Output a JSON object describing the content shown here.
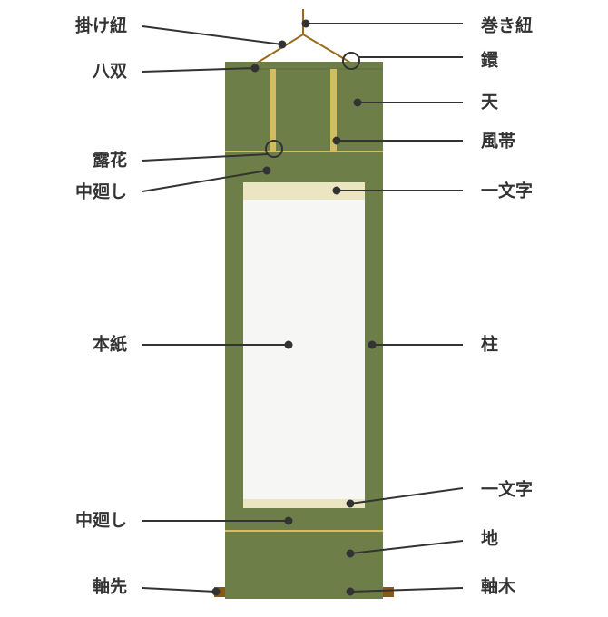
{
  "colors": {
    "mount": "#6e7e48",
    "fuutai": "#d3bd63",
    "cord": "#9a6a1e",
    "ichimonji": "#ece5c2",
    "honshi": "#f6f6f4",
    "line": "#333333",
    "jiku_end": "#8a5a14"
  },
  "labels": {
    "kakehimo": "掛け紐",
    "hassou": "八双",
    "roka": "露花",
    "nakamawashi_top": "中廻し",
    "honshi": "本紙",
    "nakamawashi_bottom": "中廻し",
    "jikusaki": "軸先",
    "makihimo": "巻き紐",
    "kan": "鐶",
    "ten": "天",
    "fuutai": "風帯",
    "ichimonji_top": "一文字",
    "hashira": "柱",
    "ichimonji_bottom": "一文字",
    "chi": "地",
    "jikugi": "軸木"
  }
}
